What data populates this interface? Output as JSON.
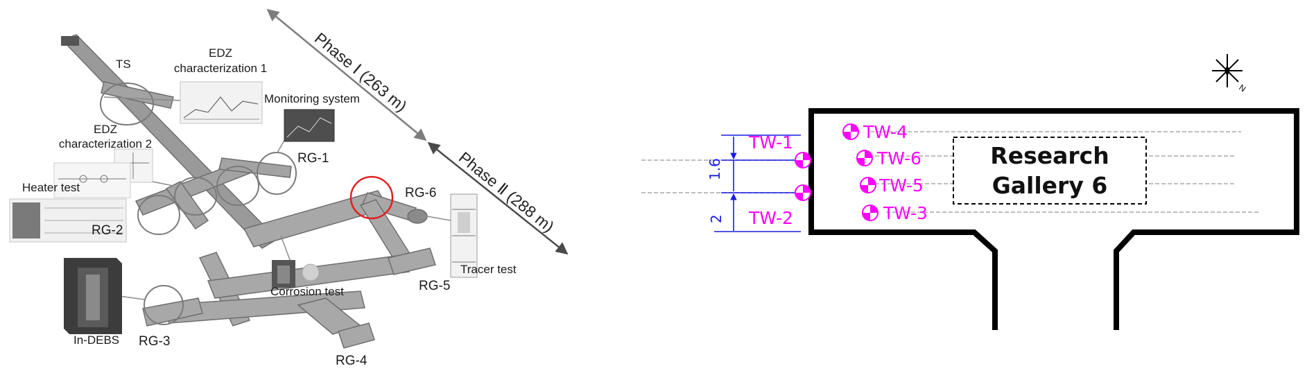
{
  "colors": {
    "tunnel_fill": "#9a9a9a",
    "tunnel_stroke": "#6e6e6e",
    "callout_circle": "#7a7a7a",
    "highlight_circle": "#e02020",
    "phase_arrow": "#7d7d7d",
    "phase_arrow_2": "#4a4a4a",
    "gallery_wall": "#000000",
    "borehole_marker": "#ff00ff",
    "borehole_line": "#bdbdbd",
    "dimension": "#1a1ae6"
  },
  "left_panel": {
    "labels": {
      "ts": "TS",
      "edz1": "EDZ\ncharacterization 1",
      "monitoring": "Monitoring system",
      "edz2": "EDZ\ncharacterization 2",
      "rg1": "RG-1",
      "heater": "Heater test",
      "rg2": "RG-2",
      "rg6": "RG-6",
      "tracer": "Tracer test",
      "corrosion": "Corrosion test",
      "rg5": "RG-5",
      "indebs": "In-DEBS",
      "rg3": "RG-3",
      "rg4": "RG-4"
    },
    "phase1": "Phase  Ⅰ (263 m)",
    "phase2": "Phase  Ⅱ (288 m)"
  },
  "right_panel": {
    "gallery_label": "Research\nGallery 6",
    "north_label": "N",
    "boreholes": [
      {
        "id": "TW-1"
      },
      {
        "id": "TW-2"
      },
      {
        "id": "TW-3"
      },
      {
        "id": "TW-4"
      },
      {
        "id": "TW-5"
      },
      {
        "id": "TW-6"
      }
    ],
    "dimensions": {
      "upper": "1.6",
      "lower": "2"
    }
  }
}
